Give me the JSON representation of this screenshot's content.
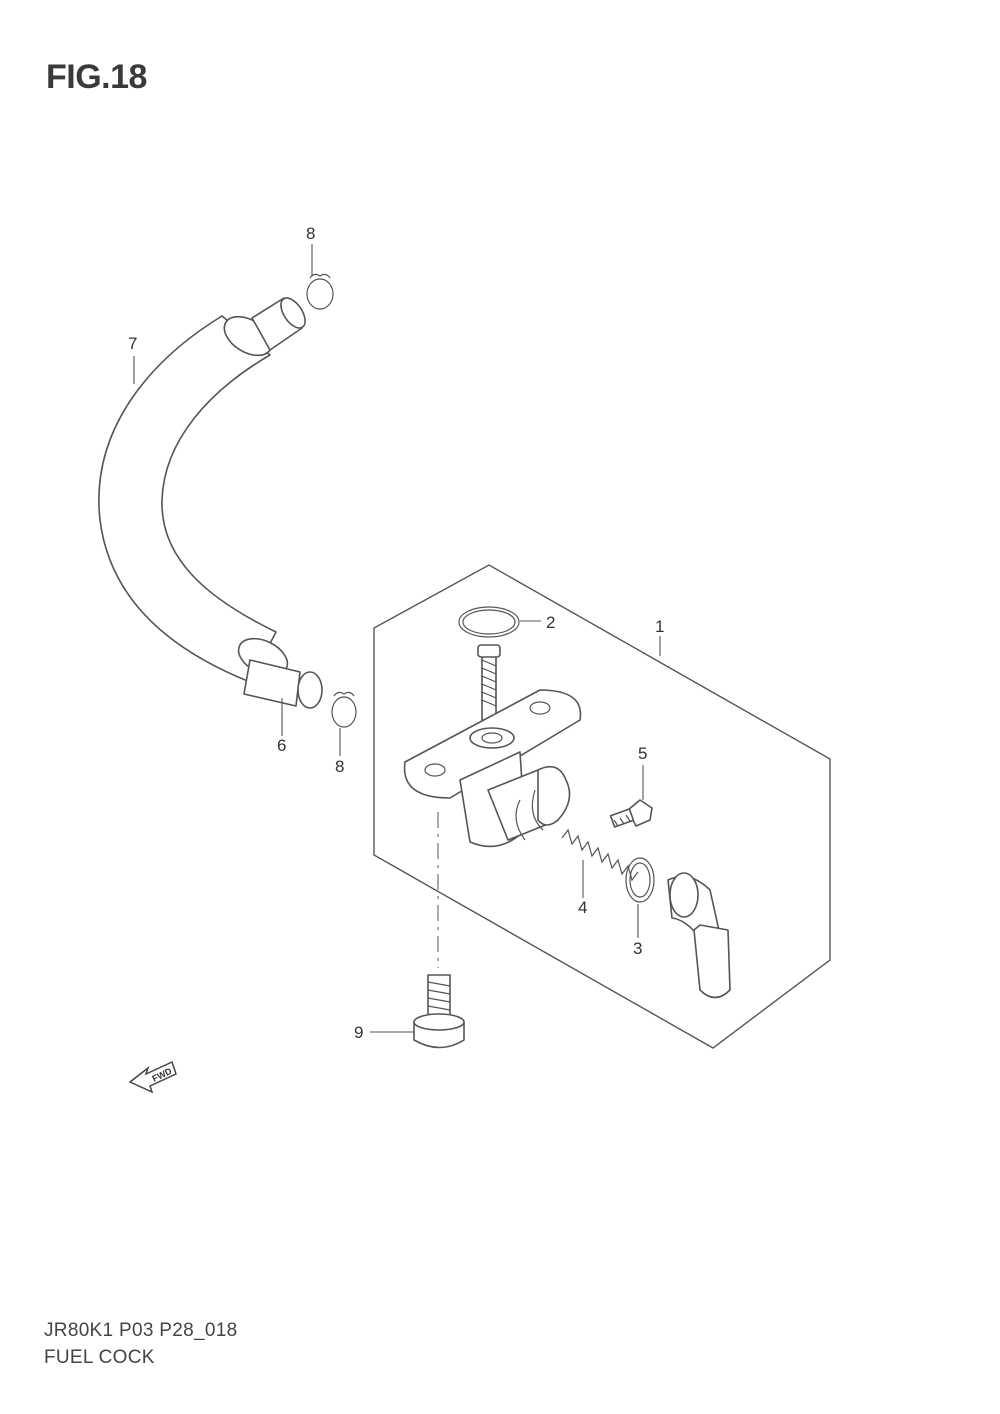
{
  "figure": {
    "title": "FIG.18",
    "model_code": "JR80K1 P03 P28_018",
    "section_name": "FUEL COCK"
  },
  "callouts": [
    {
      "id": "c1",
      "label": "1"
    },
    {
      "id": "c2",
      "label": "2"
    },
    {
      "id": "c3",
      "label": "3"
    },
    {
      "id": "c4",
      "label": "4"
    },
    {
      "id": "c5",
      "label": "5"
    },
    {
      "id": "c6",
      "label": "6"
    },
    {
      "id": "c7",
      "label": "7"
    },
    {
      "id": "c8a",
      "label": "8"
    },
    {
      "id": "c8b",
      "label": "8"
    },
    {
      "id": "c9",
      "label": "9"
    }
  ],
  "fwd_arrow": {
    "label": "FWD"
  }
}
